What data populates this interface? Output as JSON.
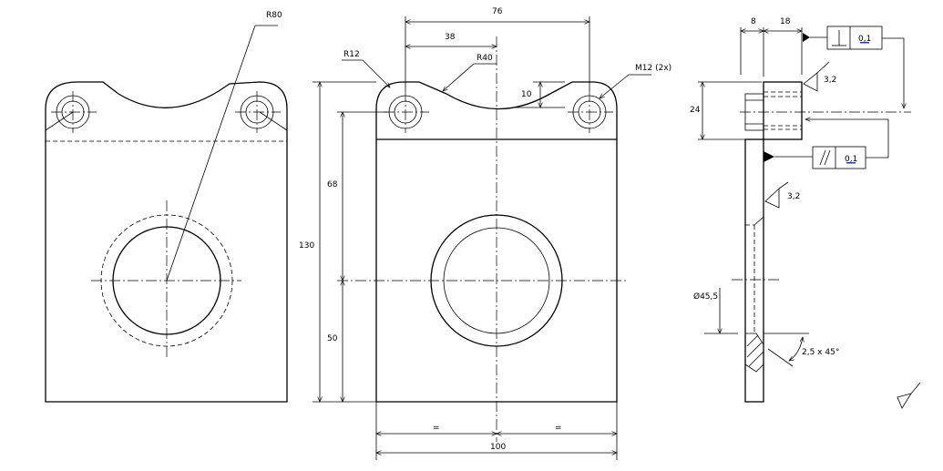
{
  "left_view": {
    "radius_label": "R80"
  },
  "front_view": {
    "dim_width_top": "76",
    "dim_half": "38",
    "dim_depth": "10",
    "corner_radius": "R12",
    "arc_radius": "R40",
    "thread_label": "M12 (2x)",
    "dim_height": "130",
    "dim_upper": "68",
    "dim_lower": "50",
    "equal_left": "=",
    "equal_right": "=",
    "dim_width": "100"
  },
  "side_view": {
    "dim_8": "8",
    "dim_18": "18",
    "dim_24": "24",
    "perpendicularity_tol": "0,1",
    "parallelism_tol": "0,1",
    "roughness_1": "3,2",
    "roughness_2": "3,2",
    "bore_diameter": "Ø45,5",
    "chamfer": "2,5 x 45°"
  },
  "colors": {
    "line": "#000000",
    "accent": "#1a3fb0"
  }
}
